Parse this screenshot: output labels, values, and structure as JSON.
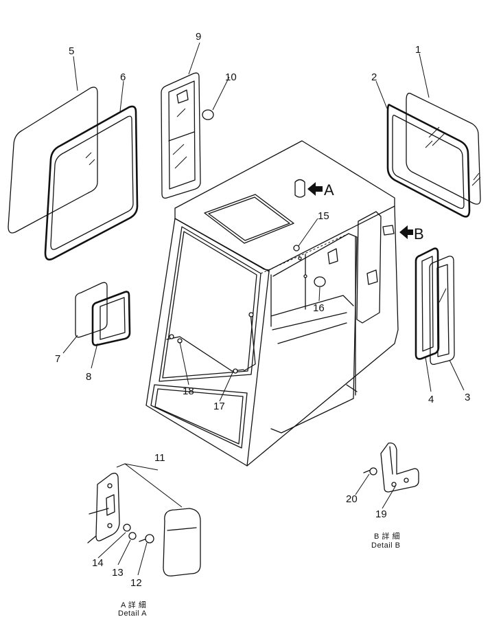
{
  "parts": [
    {
      "no": "1"
    },
    {
      "no": "2"
    },
    {
      "no": "3"
    },
    {
      "no": "4"
    },
    {
      "no": "5"
    },
    {
      "no": "6"
    },
    {
      "no": "7"
    },
    {
      "no": "8"
    },
    {
      "no": "9"
    },
    {
      "no": "10"
    },
    {
      "no": "11"
    },
    {
      "no": "12"
    },
    {
      "no": "13"
    },
    {
      "no": "14"
    },
    {
      "no": "15"
    },
    {
      "no": "16"
    },
    {
      "no": "17"
    },
    {
      "no": "18"
    },
    {
      "no": "19"
    },
    {
      "no": "20"
    }
  ],
  "markers": {
    "a": "A",
    "b": "B"
  },
  "details": {
    "a": {
      "jp": "A 詳 細",
      "en": "Detail A"
    },
    "b": {
      "jp": "B 詳 細",
      "en": "Detail B"
    }
  }
}
